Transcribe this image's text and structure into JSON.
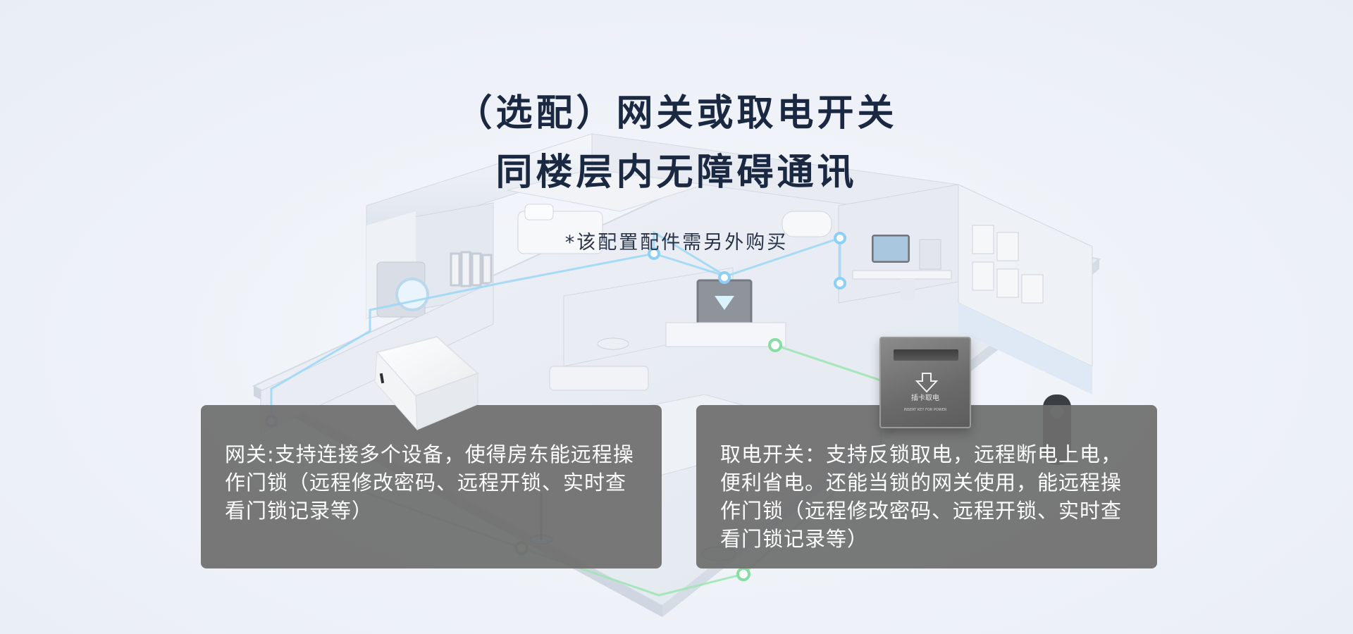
{
  "heading": {
    "line1": "（选配）网关或取电开关",
    "line2": "同楼层内无障碍通讯",
    "note": "*该配置配件需另外购买"
  },
  "cards": {
    "gateway_text": "网关:支持连接多个设备，使得房东能远程操作门锁（远程修改密码、远程开锁、实时查看门锁记录等）",
    "switch_text": "取电开关：支持反锁取电，远程断电上电，便利省电。还能当锁的网关使用，能远程操作门锁（远程修改密码、远程开锁、实时查看门锁记录等）"
  },
  "device_labels": {
    "switch_cn": "插卡取电",
    "switch_en": "INSERT KEY FOR POWER"
  },
  "colors": {
    "title": "#1b2842",
    "card_bg": "#6e6e6e",
    "link_blue": "#8fd2f5",
    "link_green": "#8fe0a8"
  }
}
